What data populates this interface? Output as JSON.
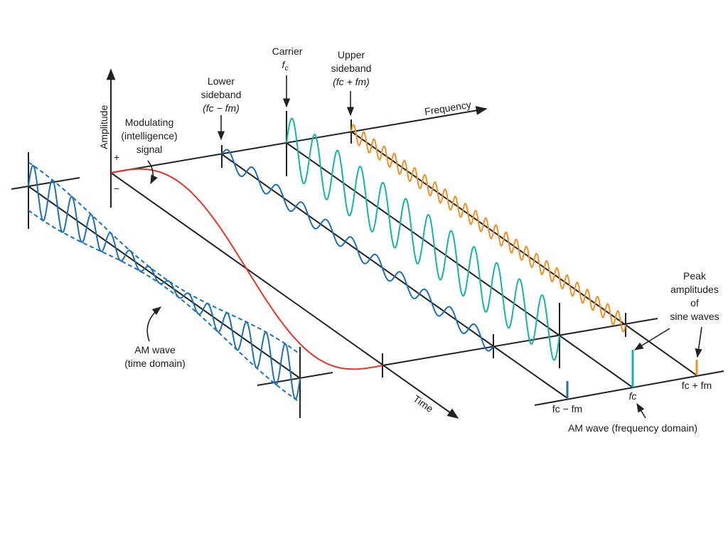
{
  "colors": {
    "modulating": "#e0342f",
    "lower_sideband": "#1f6fb2",
    "carrier": "#16b3a3",
    "upper_sideband": "#f0902a",
    "am_wave": "#1f6fb2",
    "axes": "#222222"
  },
  "labels": {
    "carrier": "Carrier",
    "carrier_sym": "f",
    "carrier_sub": "c",
    "upper_sideband_1": "Upper",
    "upper_sideband_2": "sideband",
    "upper_sideband_3": "(fc + fm)",
    "lower_sideband_1": "Lower",
    "lower_sideband_2": "sideband",
    "lower_sideband_3": "(fc − fm)",
    "frequency": "Frequency",
    "amplitude": "Amplitude",
    "plus": "+",
    "minus": "−",
    "modulating_1": "Modulating",
    "modulating_2": "(intelligence)",
    "modulating_3": "signal",
    "time": "Time",
    "am_time_1": "AM wave",
    "am_time_2": "(time domain)",
    "peak_1": "Peak",
    "peak_2": "amplitudes",
    "peak_3": "of",
    "peak_4": "sine waves",
    "fd_lower": "fc − fm",
    "fd_carrier": "fc",
    "fd_upper": "fc + fm",
    "am_freq": "AM wave (frequency domain)"
  }
}
